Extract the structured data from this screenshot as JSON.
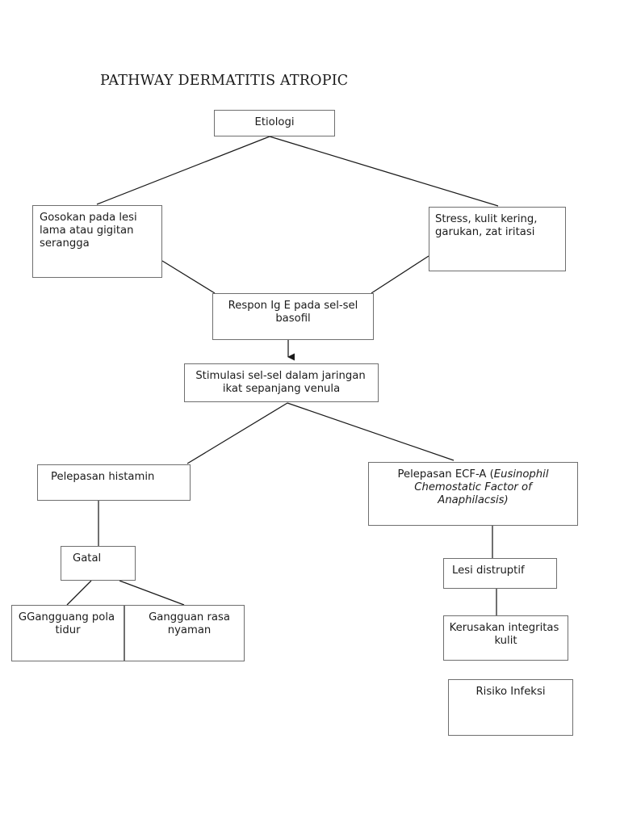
{
  "title": "PATHWAY DERMATITIS ATROPIC",
  "colors": {
    "box_border": "#6f6f6f",
    "box_fill": "#ffffff",
    "edge": "#1a1a1a",
    "text": "#1b1b1b"
  },
  "chart_data": {
    "type": "diagram",
    "title": "PATHWAY DERMATITIS ATROPIC",
    "nodes": [
      {
        "id": "etiologi",
        "label": "Etiologi",
        "align": "center"
      },
      {
        "id": "gosokan",
        "label": "Gosokan pada lesi lama atau gigitan serangga",
        "align": "left",
        "lines": [
          "Gosokan pada lesi",
          "lama atau gigitan",
          "serangga"
        ]
      },
      {
        "id": "stress",
        "label": "Stress, kulit kering, garukan, zat iritasi",
        "align": "left",
        "lines": [
          "Stress, kulit kering,",
          "garukan, zat iritasi"
        ]
      },
      {
        "id": "respon",
        "label": "Respon Ig E pada sel-sel basofil",
        "align": "center",
        "lines": [
          "Respon Ig E pada sel-sel",
          "basofil"
        ]
      },
      {
        "id": "stimulasi",
        "label": "Stimulasi sel-sel dalam jaringan ikat sepanjang venula",
        "align": "center",
        "lines": [
          "Stimulasi sel-sel dalam jaringan",
          "ikat sepanjang venula"
        ]
      },
      {
        "id": "histamin",
        "label": "Pelepasan histamin",
        "align": "left"
      },
      {
        "id": "ecfa",
        "label": "Pelepasan ECF-A (Eusinophil Chemostatic Factor of Anaphilacsis)",
        "align": "center",
        "lines_plain": [
          "Pelepasan ECF-A ("
        ],
        "lines_italic": [
          "Eusinophil",
          "Chemostatic Factor of",
          "Anaphilacsis)"
        ]
      },
      {
        "id": "gatal",
        "label": "Gatal",
        "align": "left"
      },
      {
        "id": "tidur",
        "label": "GGangguang pola tidur",
        "align": "center",
        "lines": [
          "GGangguang pola",
          "tidur"
        ]
      },
      {
        "id": "nyaman",
        "label": "Gangguan rasa nyaman",
        "align": "center",
        "lines": [
          "Gangguan rasa",
          "nyaman"
        ]
      },
      {
        "id": "lesi",
        "label": "Lesi distruptif",
        "align": "left"
      },
      {
        "id": "kerusakan",
        "label": "Kerusakan integritas kulit",
        "align": "center",
        "lines": [
          "Kerusakan integritas",
          "kulit"
        ]
      },
      {
        "id": "risiko",
        "label": "Risiko Infeksi",
        "align": "center"
      }
    ],
    "edges": [
      {
        "from": "etiologi",
        "to": "gosokan",
        "arrow": false
      },
      {
        "from": "etiologi",
        "to": "stress",
        "arrow": false
      },
      {
        "from": "gosokan",
        "to": "respon",
        "arrow": false
      },
      {
        "from": "stress",
        "to": "respon",
        "arrow": false
      },
      {
        "from": "respon",
        "to": "stimulasi",
        "arrow": true
      },
      {
        "from": "stimulasi",
        "to": "histamin",
        "arrow": false
      },
      {
        "from": "stimulasi",
        "to": "ecfa",
        "arrow": false
      },
      {
        "from": "histamin",
        "to": "gatal",
        "arrow": false
      },
      {
        "from": "gatal",
        "to": "tidur",
        "arrow": false
      },
      {
        "from": "gatal",
        "to": "nyaman",
        "arrow": false
      },
      {
        "from": "ecfa",
        "to": "lesi",
        "arrow": false
      },
      {
        "from": "lesi",
        "to": "kerusakan",
        "arrow": false
      }
    ]
  },
  "labels": {
    "etiologi": "Etiologi",
    "gosokan_l1": "Gosokan pada lesi",
    "gosokan_l2": "lama atau gigitan",
    "gosokan_l3": "serangga",
    "stress_l1": "Stress, kulit kering,",
    "stress_l2": "garukan, zat iritasi",
    "respon_l1": "Respon Ig E pada sel-sel",
    "respon_l2": "basofil",
    "stimulasi_l1": "Stimulasi sel-sel dalam jaringan",
    "stimulasi_l2": "ikat sepanjang venula",
    "histamin": "Pelepasan histamin",
    "ecfa_l1_plain": "Pelepasan ECF-A (",
    "ecfa_l1_italic": "Eusinophil",
    "ecfa_l2_italic": "Chemostatic Factor of",
    "ecfa_l3_italic": "Anaphilacsis)",
    "gatal": "Gatal",
    "tidur_l1": "GGangguang pola",
    "tidur_l2": "tidur",
    "nyaman_l1": "Gangguan rasa",
    "nyaman_l2": "nyaman",
    "lesi": "Lesi distruptif",
    "kerusakan_l1": "Kerusakan integritas",
    "kerusakan_l2": "kulit",
    "risiko": "Risiko Infeksi"
  }
}
